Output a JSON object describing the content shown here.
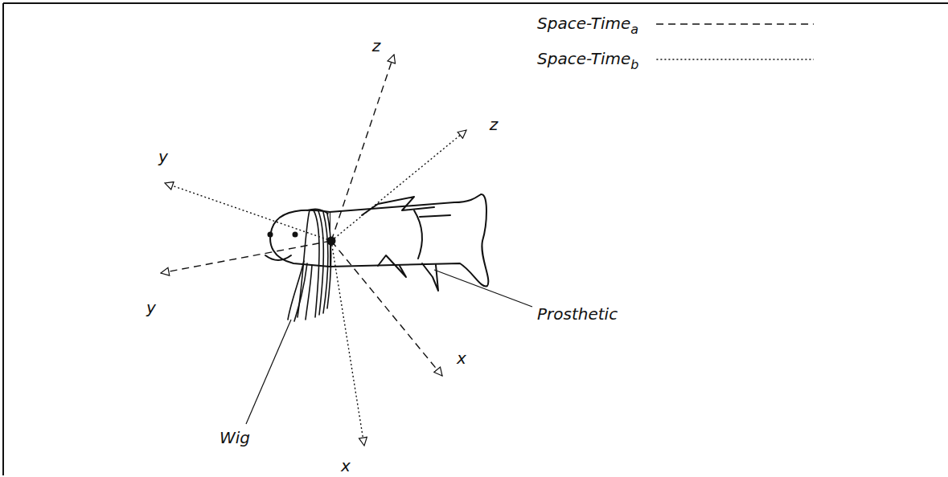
{
  "diagram": {
    "labels": [
      "z",
      "z",
      "y",
      "y",
      "x",
      "x",
      "Wig",
      "Prosthetic"
    ],
    "legend": [
      {
        "text": "Space-Timea"
      },
      {
        "text": "Space-Timeb"
      }
    ]
  }
}
